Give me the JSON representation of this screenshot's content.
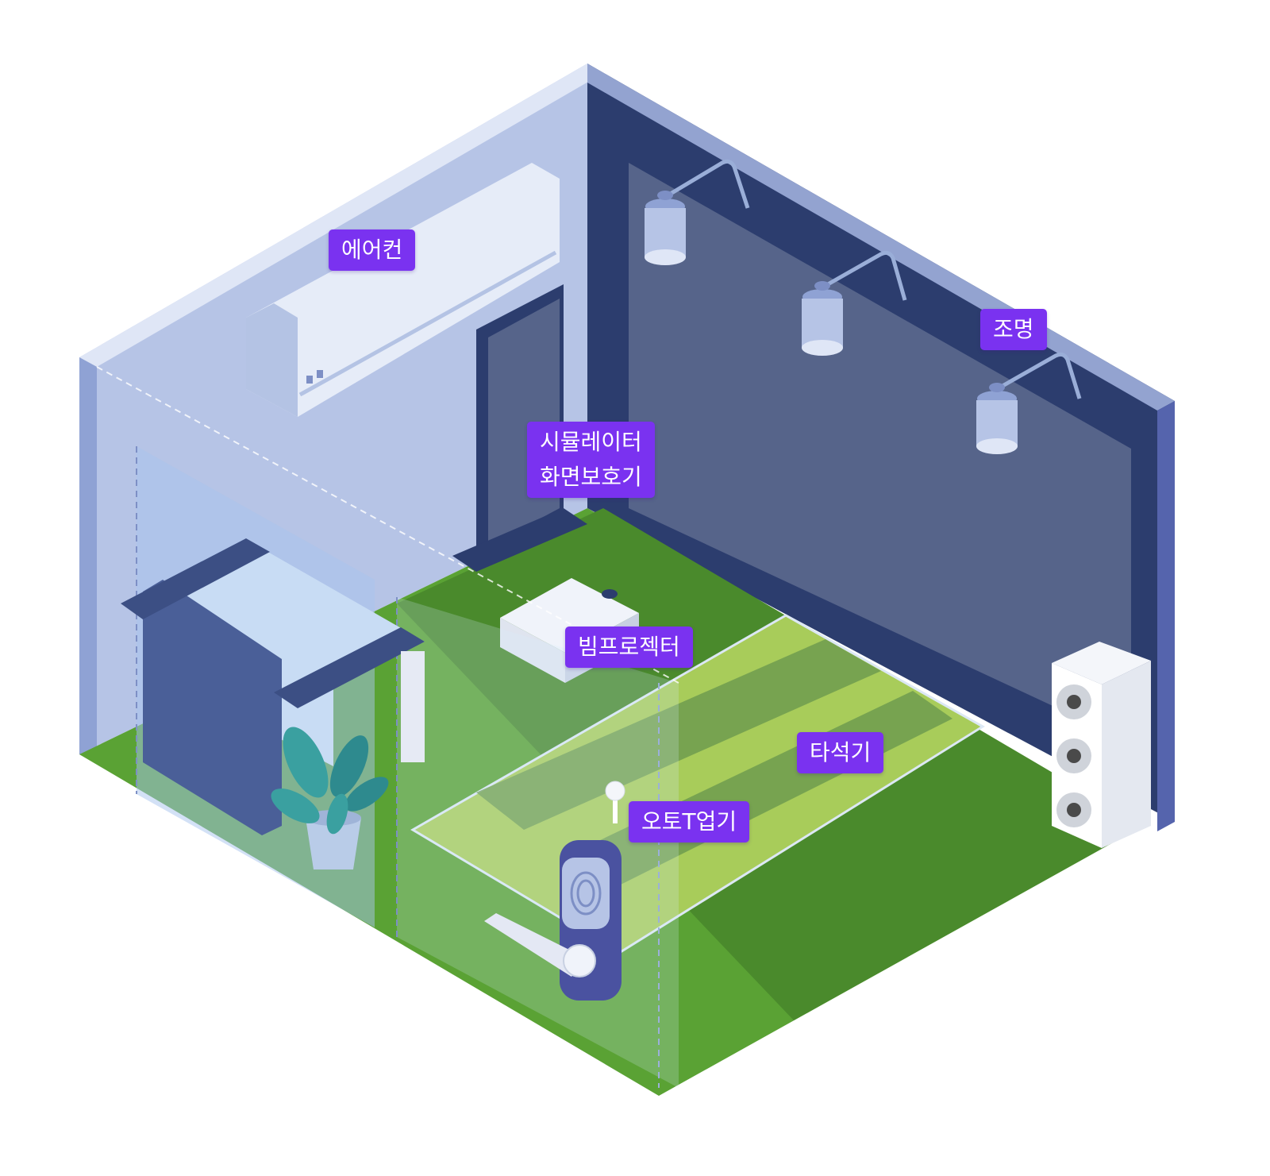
{
  "labels": {
    "aircon": "에어컨",
    "lighting": "조명",
    "screensaver_line1": "시뮬레이터",
    "screensaver_line2": "화면보호기",
    "beam_projector": "빔프로젝터",
    "hitting_mat": "타석기",
    "auto_tee": "오토T업기"
  },
  "colors": {
    "label_bg": "#7a32f0",
    "label_text": "#ffffff",
    "floor_green": "#5aa234",
    "screen_wall": "#56648a",
    "wall_frame": "#2c3d6e",
    "left_wall": "#b6c4e6",
    "mat_light": "#a8cc5a"
  },
  "icons": [
    "air-conditioner-icon",
    "spotlight-icon",
    "kiosk-screen-icon",
    "projector-icon",
    "speaker-icon",
    "sofa-icon",
    "plant-icon",
    "golf-tee-icon",
    "fingerprint-door-lock-icon"
  ]
}
